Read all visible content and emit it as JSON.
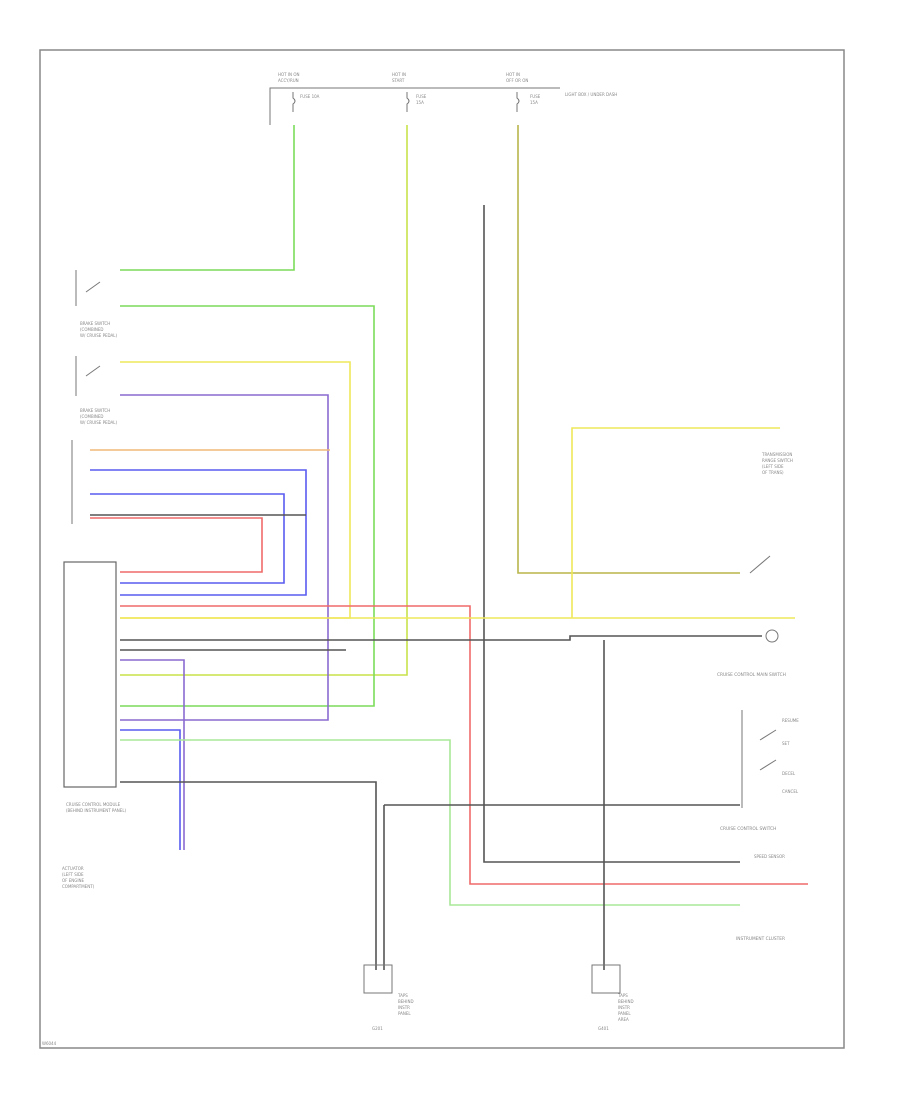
{
  "colors": {
    "green": "#7bdc5a",
    "yellow_green": "#c8e24a",
    "yellow": "#efe85a",
    "olive": "#b8b64a",
    "purple": "#8a6ad0",
    "blue": "#5a5cf0",
    "orange": "#f0b87a",
    "red": "#f06a6a",
    "light_green": "#a8e898",
    "gray": "#9a9a9a",
    "black": "#555555",
    "frame": "#888888"
  },
  "fuses": {
    "fuse1": {
      "title": "HOT IN ON",
      "sub": "ACCY/RUN",
      "name": "FUSE 10A",
      "amp": ""
    },
    "fuse2": {
      "title": "HOT IN",
      "sub": "START",
      "name": "FUSE",
      "amp": "15A"
    },
    "fuse3": {
      "title": "HOT IN",
      "sub": "OFF OR ON",
      "name": "FUSE",
      "amp": "15A"
    },
    "fuse3_note": "LIGHT BOX / UNDER DASH"
  },
  "components": {
    "brake_switch_1": [
      "BRAKE SWITCH",
      "(COMBINED",
      "W/ CRUISE PEDAL)"
    ],
    "brake_switch_2": [
      "BRAKE SWITCH",
      "(COMBINED",
      "W/ CRUISE PEDAL)"
    ],
    "module": [
      "CRUISE CONTROL MODULE",
      "(BEHIND INSTRUMENT PANEL)"
    ],
    "actuator": [
      "ACTUATOR",
      "(LEFT SIDE",
      "OF ENGINE",
      "COMPARTMENT)"
    ],
    "trans": [
      "TRANSMISSION",
      "RANGE SWITCH",
      "(LEFT SIDE",
      "OF TRANS)"
    ],
    "main_switch_title": "CRUISE CONTROL MAIN SWITCH",
    "control_switch_title": "CRUISE CONTROL SWITCH",
    "instrument_cluster": "INSTRUMENT CLUSTER",
    "speed_sensor": "SPEED SENSOR",
    "resume_set": [
      "RESUME",
      "SET",
      "DECEL",
      "CANCEL"
    ],
    "ground1": [
      "TAPS",
      "BEHIND",
      "INSTR",
      "PANEL"
    ],
    "ground2": [
      "TAPS",
      "BEHIND",
      "INSTR",
      "PANEL",
      "AREA"
    ],
    "g1_label": "G201",
    "g2_label": "G401",
    "figure_id": "W6044"
  }
}
